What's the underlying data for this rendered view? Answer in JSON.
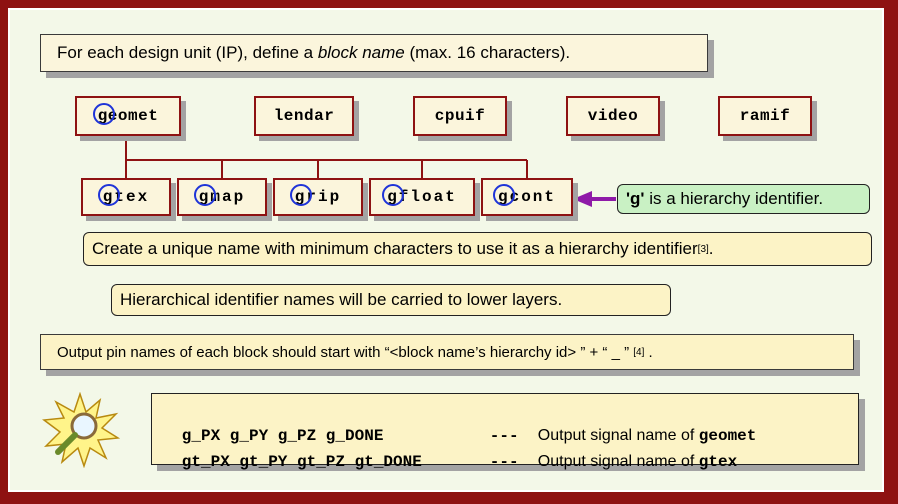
{
  "intro": {
    "text_before": "For each design unit (IP), define a ",
    "text_italic": "block name",
    "text_after": " (max. 16 characters)."
  },
  "top_blocks": [
    {
      "first": "g",
      "rest": "eomet",
      "highlighted": true
    },
    {
      "first": "",
      "rest": "lendar",
      "highlighted": false
    },
    {
      "first": "",
      "rest": "cpuif",
      "highlighted": false
    },
    {
      "first": "",
      "rest": "video",
      "highlighted": false
    },
    {
      "first": "",
      "rest": "ramif",
      "highlighted": false
    }
  ],
  "child_blocks": [
    {
      "first": "g",
      "rest": "tex"
    },
    {
      "first": "g",
      "rest": "map"
    },
    {
      "first": "g",
      "rest": "rip"
    },
    {
      "first": "g",
      "rest": "float"
    },
    {
      "first": "g",
      "rest": "cont"
    }
  ],
  "callout": {
    "quoted": "'g'",
    "text": " is a hierarchy identifier."
  },
  "note_unique": {
    "text": "Create a unique name with minimum characters to use it as a hierarchy identifier",
    "ref": "[3]",
    "tail": "."
  },
  "note_carried": {
    "text": "Hierarchical identifier names will be carried to lower layers."
  },
  "output_rule": {
    "text": "Output pin names of each block should start with “<block name’s hierarchy id> ” + “ _ ” ",
    "ref": "[4]",
    "tail": " ."
  },
  "signals": [
    {
      "names": "g_PX g_PY g_PZ g_DONE",
      "sep": "---",
      "desc": "Output signal name of ",
      "block": "geomet"
    },
    {
      "names": "gt_PX gt_PY gt_PZ gt_DONE",
      "sep": "---",
      "desc": "Output signal name of ",
      "block": "gtex"
    }
  ],
  "colors": {
    "frame": "#8e1212",
    "background": "#f3f8e8",
    "box_fill": "#fbf5dc",
    "identifier_circle": "#1f34d8",
    "arrow": "#8e1aa8",
    "callout_fill": "#c9f1c4"
  },
  "icons": {
    "tip": "magnifier-starburst-icon"
  }
}
